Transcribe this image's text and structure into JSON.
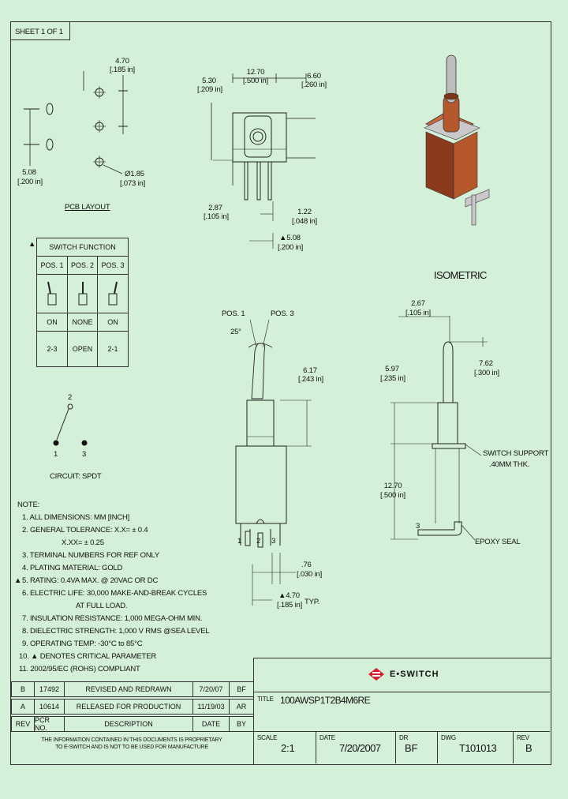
{
  "sheet": "SHEET 1 OF 1",
  "pcb": {
    "dim_top": "4.70",
    "dim_top_in": "[.185 in]",
    "dim_left": "5.08",
    "dim_left_in": "[.200 in]",
    "dim_hole": "Ø1.85",
    "dim_hole_in": "[.073 in]",
    "caption": "PCB LAYOUT"
  },
  "front": {
    "d1": "5.30",
    "d1_in": "[.209 in]",
    "d2": "12.70",
    "d2_in": "[.500 in]",
    "d3": "6.60",
    "d3_in": "[.260 in]",
    "d4": "2.87",
    "d4_in": "[.105 in]",
    "d5": "1.22",
    "d5_in": "[.048 in]",
    "d6": "5.08",
    "d6_in": "[.200 in]"
  },
  "isometric_label": "ISOMETRIC",
  "switch_function": {
    "title": "SWITCH FUNCTION",
    "headers": [
      "POS. 1",
      "POS. 2",
      "POS. 3"
    ],
    "states": [
      "ON",
      "NONE",
      "ON"
    ],
    "connections": [
      "2-3",
      "OPEN",
      "2-1"
    ]
  },
  "circuit": {
    "pin_top": "2",
    "pin_left": "1",
    "pin_right": "3",
    "caption": "CIRCUIT: SPDT"
  },
  "side": {
    "pos1": "POS. 1",
    "pos3": "POS. 3",
    "angle": "25°",
    "d1": "6.17",
    "d1_in": "[.243 in]",
    "pin1": "1",
    "pin2": "2",
    "pin3": "3",
    "d2": ".76",
    "d2_in": "[.030 in]",
    "d3": "4.70",
    "d3_in": "[.185 in]",
    "typ": "TYP."
  },
  "right": {
    "d1": "2.67",
    "d1_in": "[.105 in]",
    "d2": "7.62",
    "d2_in": "[.300 in]",
    "d3": "5.97",
    "d3_in": "[.235 in]",
    "d4": "12.70",
    "d4_in": "[.500 in]",
    "support1": "SWITCH SUPPORT",
    "support2": ".40MM THK.",
    "epoxy": "EPOXY SEAL",
    "pin": "3"
  },
  "notes": {
    "title": "NOTE:",
    "lines": [
      "1. ALL DIMENSIONS: MM [INCH]",
      "2. GENERAL TOLERANCE: X.X= ± 0.4",
      "X.XX= ± 0.25",
      "3. TERMINAL NUMBERS FOR REF ONLY",
      "4. PLATING MATERIAL: GOLD",
      "5. RATING: 0.4VA MAX. @ 20VAC OR DC",
      "6. ELECTRIC LIFE: 30,000 MAKE-AND-BREAK CYCLES",
      "AT FULL LOAD.",
      "7. INSULATION RESISTANCE: 1,000 MEGA-OHM MIN.",
      "8. DIELECTRIC STRENGTH: 1,000 V RMS @SEA LEVEL",
      "9. OPERATING TEMP: -30°C to 85°C",
      "10. ▲ DENOTES CRITICAL PARAMETER",
      "11. 2002/95/EC (ROHS) COMPLIANT"
    ]
  },
  "revisions": {
    "rows": [
      [
        "B",
        "17492",
        "REVISED AND REDRAWN",
        "7/20/07",
        "BF"
      ],
      [
        "A",
        "10614",
        "RELEASED FOR PRODUCTION",
        "11/19/03",
        "AR"
      ]
    ],
    "headers": [
      "REV",
      "PCR NO.",
      "DESCRIPTION",
      "DATE",
      "BY"
    ],
    "disclaimer1": "THE INFORMATION CONTAINED IN THIS DOCUMENTS IS PROPRIETARY",
    "disclaimer2": "TO E-SWITCH AND IS NOT TO BE USED FOR MANUFACTURE"
  },
  "titleblock": {
    "brand": "E•SWITCH",
    "title_label": "TITLE",
    "title": "100AWSP1T2B4M6RE",
    "scale_label": "SCALE",
    "scale": "2:1",
    "date_label": "DATE",
    "date": "7/20/2007",
    "dr_label": "DR",
    "dr": "BF",
    "dwg_label": "DWG",
    "dwg": "T101013",
    "rev_label": "REV",
    "rev": "B"
  },
  "colors": {
    "background": "#d4f0d8",
    "body": "#8b3a1e",
    "red": "#d81e2a"
  }
}
